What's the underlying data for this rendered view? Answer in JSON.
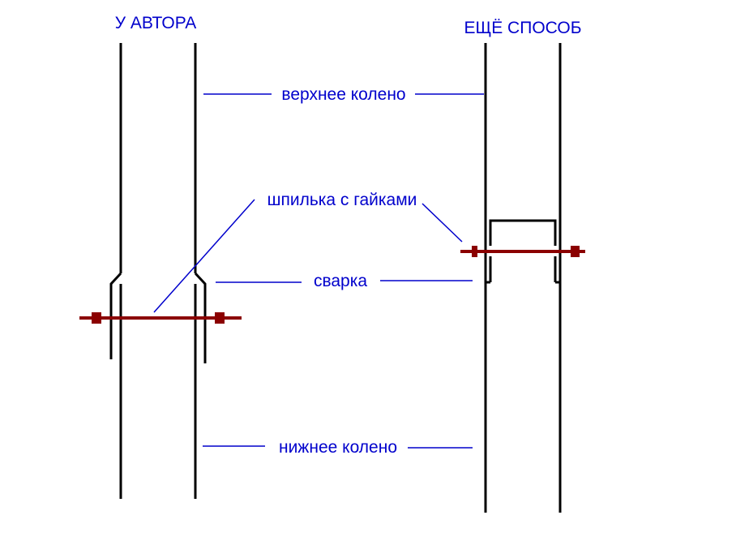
{
  "colors": {
    "pipe": "#000000",
    "label": "#0000cc",
    "stud": "#8b0000"
  },
  "titles": {
    "left": "У АВТОРА",
    "right": "ЕЩЁ СПОСОБ"
  },
  "labels": {
    "upper_knee": "верхнее колено",
    "stud_with_nuts": "шпилька с гайками",
    "weld": "сварка",
    "lower_knee": "нижнее колено"
  }
}
